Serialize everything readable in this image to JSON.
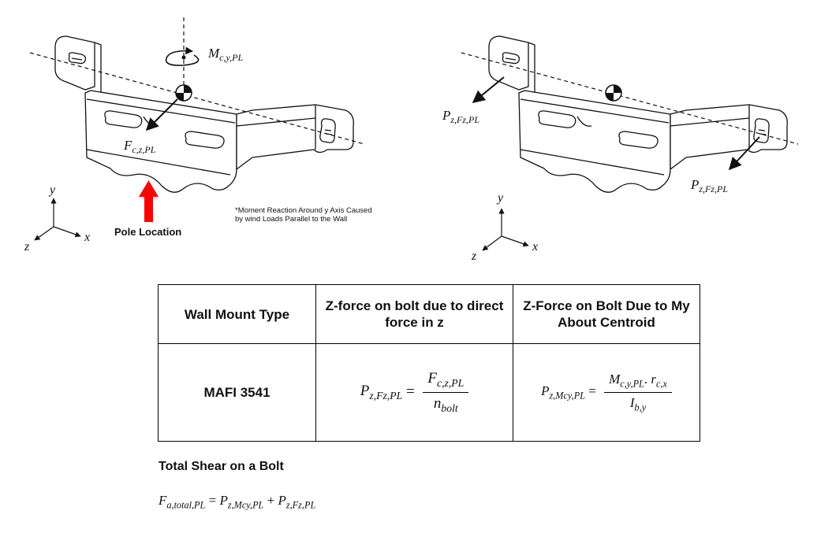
{
  "left_diagram": {
    "moment_label": "M",
    "moment_sub": "c,y,PL",
    "force_label": "F",
    "force_sub": "c,z,PL",
    "axis_y": "y",
    "axis_x": "x",
    "axis_z": "z",
    "pole_label": "Pole Location",
    "note": "*Moment Reaction Around y Axis Caused by wind Loads Parallel to the Wall",
    "pole_arrow_color": "#ff0000"
  },
  "right_diagram": {
    "force_label_1": "P",
    "force_sub_1": "z,Fz,PL",
    "force_label_2": "P",
    "force_sub_2": "z,Fz,PL",
    "axis_y": "y",
    "axis_x": "x",
    "axis_z": "z"
  },
  "table": {
    "headers": [
      "Wall Mount Type",
      "Z-force on bolt due to direct force in z",
      "Z-Force on Bolt Due to My About Centroid"
    ],
    "row": {
      "type": "MAFI 3541",
      "f1_lhs": "P",
      "f1_lhs_sub": "z,Fz,PL",
      "f1_eq": "=",
      "f1_num": "F",
      "f1_num_sub": "c,z,PL",
      "f1_den": "n",
      "f1_den_sub": "bolt",
      "f2_lhs": "P",
      "f2_lhs_sub": "z,Mcy,PL",
      "f2_eq": "=",
      "f2_num_a": "M",
      "f2_num_a_sub": "c,y,PL",
      "f2_num_dot": ". ",
      "f2_num_b": "r",
      "f2_num_b_sub": "c,x",
      "f2_den": "I",
      "f2_den_sub": "b,y"
    }
  },
  "total": {
    "title": "Total Shear on a Bolt",
    "lhs": "F",
    "lhs_sub": "a,total,PL",
    "eq": "=",
    "t1": "P",
    "t1_sub": "z,Mcy,PL",
    "plus": "+",
    "t2": "P",
    "t2_sub": "z,Fz,PL"
  }
}
